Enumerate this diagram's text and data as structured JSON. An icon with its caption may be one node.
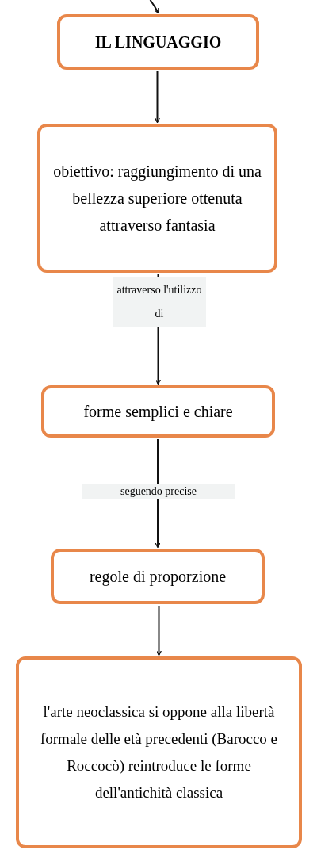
{
  "diagram": {
    "nodes": [
      {
        "text": [
          "IL LINGUAGGIO"
        ]
      },
      {
        "text": [
          "obiettivo: raggiungimento di una bellezza superiore ottenuta attraverso fantasia"
        ]
      },
      {
        "text": [
          "forme semplici e chiare"
        ]
      },
      {
        "text": [
          "regole di proporzione"
        ]
      },
      {
        "text": [
          "l'arte neoclassica si oppone alla libertà formale delle età precedenti (Barocco e Roccocò) reintroduce le forme dell'antichità classica"
        ]
      }
    ],
    "edges": [
      {
        "from": null,
        "to": 0,
        "arrow": "to"
      },
      {
        "from": 0,
        "to": 1,
        "arrow": "to"
      },
      {
        "from": 1,
        "to": 2,
        "arrow": "to",
        "label": "attraverso l'utilizzo di"
      },
      {
        "from": 2,
        "to": 3,
        "arrow": "to",
        "label": "seguendo precise"
      },
      {
        "from": 3,
        "to": 4,
        "arrow": "to"
      }
    ]
  }
}
